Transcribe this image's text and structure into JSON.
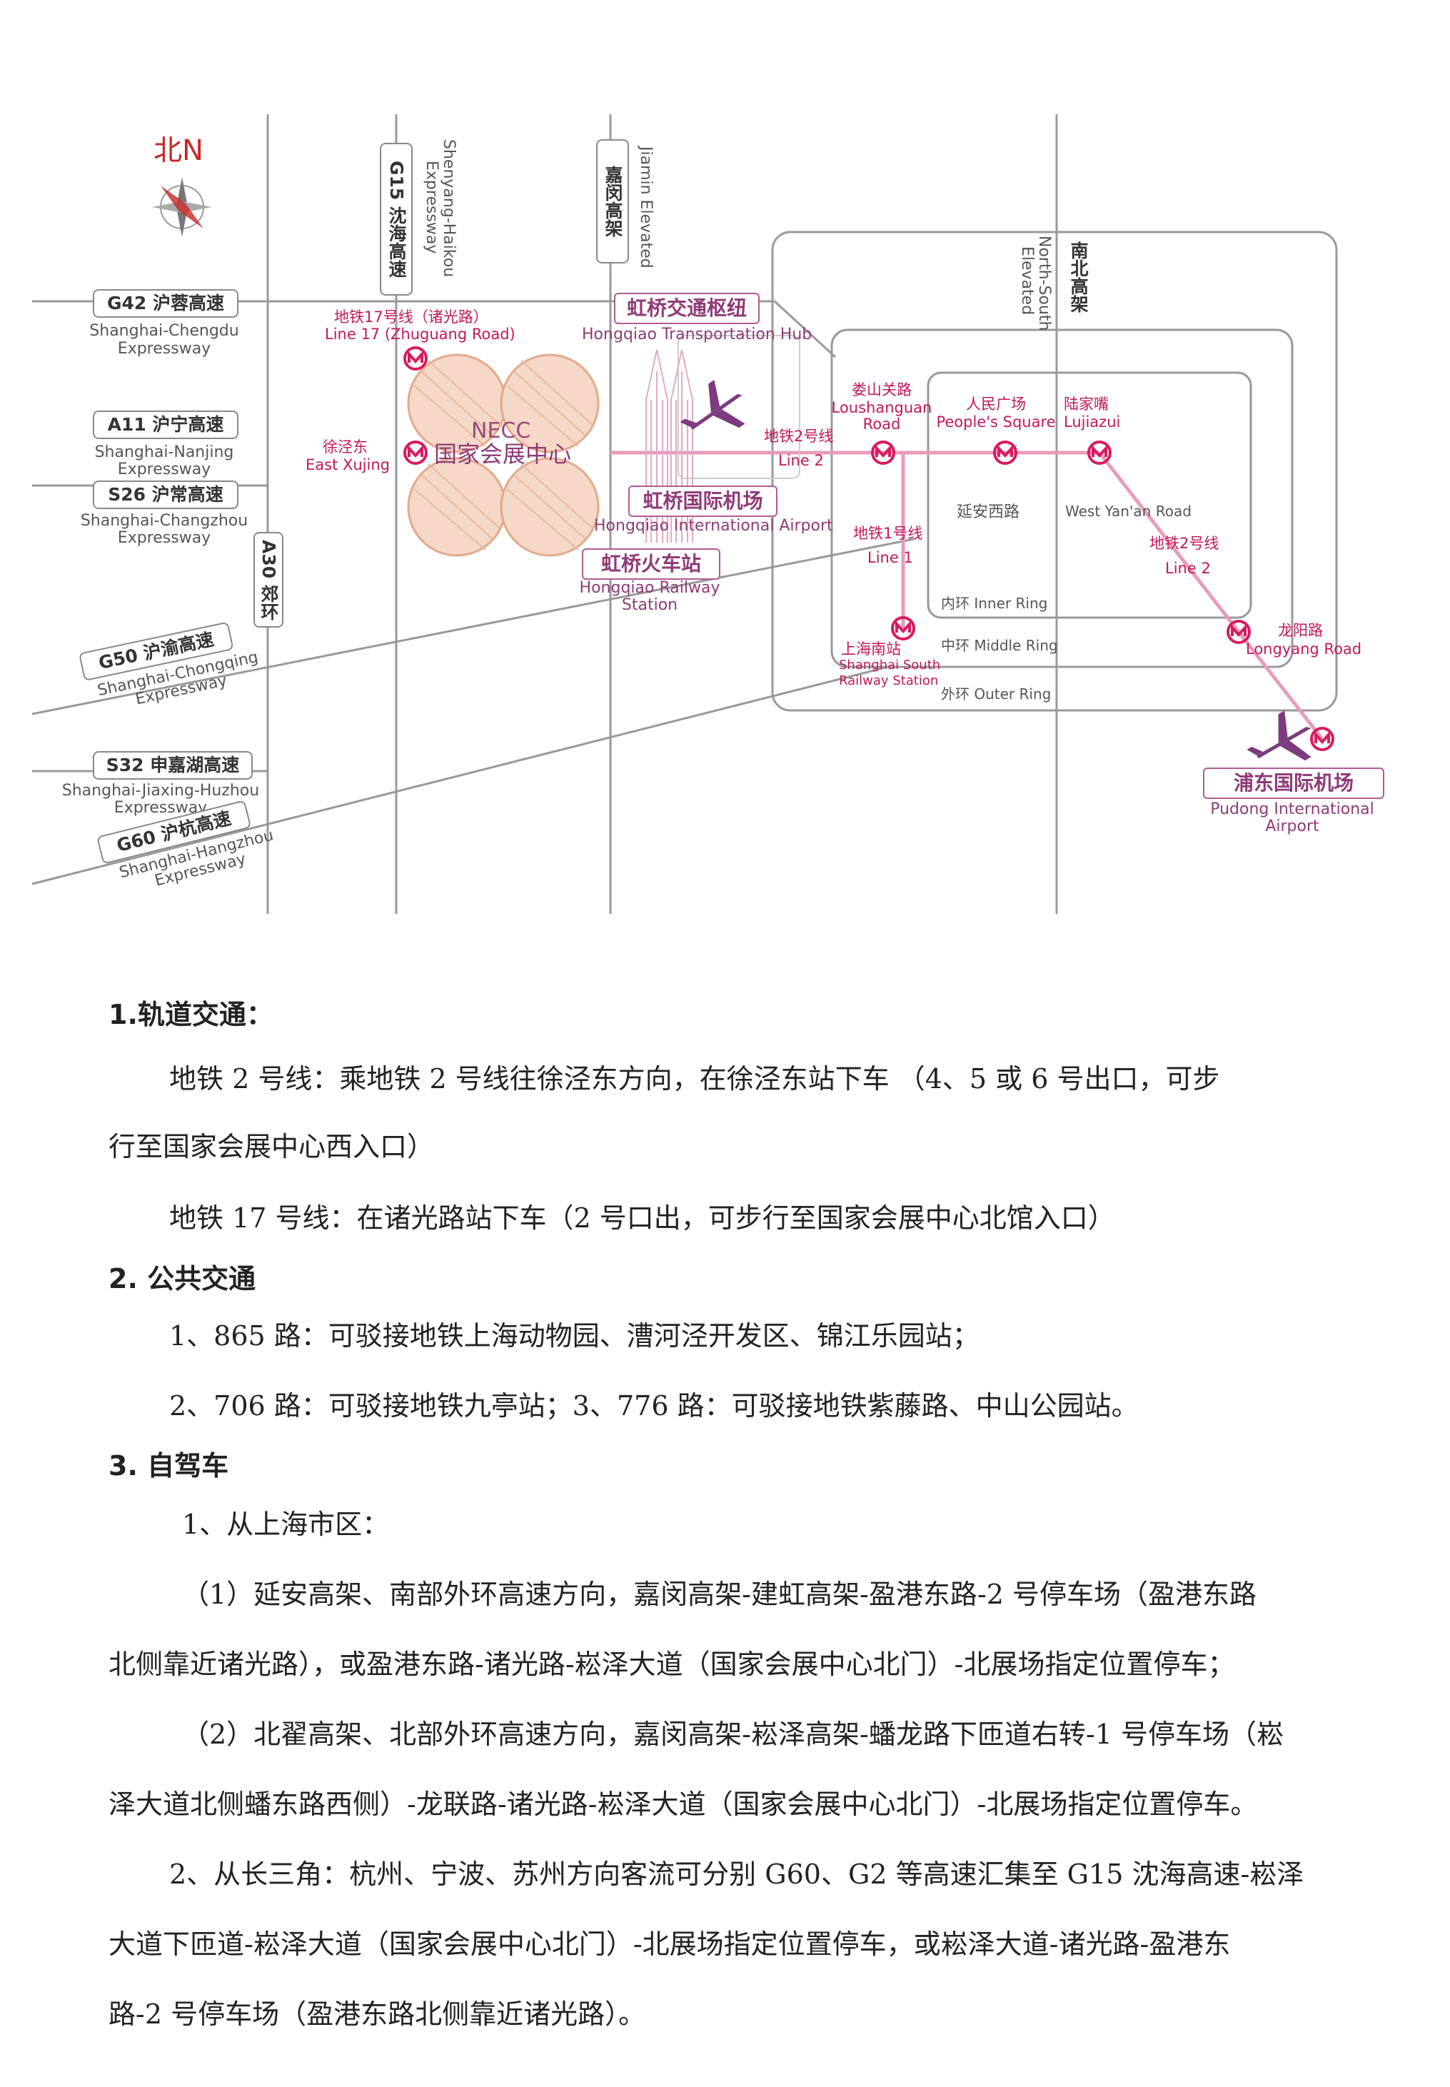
{
  "map": {
    "north": "北N",
    "roads_left": [
      {
        "cn": "G42 沪蓉高速",
        "en1": "Shanghai-Chengdu",
        "en2": "Expressway"
      },
      {
        "cn": "A11 沪宁高速",
        "en1": "Shanghai-Nanjing",
        "en2": "Expressway"
      },
      {
        "cn": "S26 沪常高速",
        "en1": "Shanghai-Changzhou",
        "en2": "Expressway"
      },
      {
        "cn": "G50 沪渝高速",
        "en1": "Shanghai-Chongqing",
        "en2": "Expressway"
      },
      {
        "cn": "S32 申嘉湖高速",
        "en1": "Shanghai-Jiaxing-Huzhou",
        "en2": "Expressway"
      },
      {
        "cn": "G60 沪杭高速",
        "en1": "Shanghai-Hangzhou",
        "en2": "Expressway"
      }
    ],
    "a30": "A30 郊环",
    "g15_cn": "G15 沈海高速",
    "g15_en1": "Shenyang-Haikou",
    "g15_en2": "Expressway",
    "jiamin_cn": "嘉闵高架",
    "jiamin_en": "Jiamin Elevated",
    "ns_cn": "南北高架",
    "ns_en1": "North-South",
    "ns_en2": "Elevated",
    "line17_cn": "地铁17号线（诸光路）",
    "line17_en": "Line 17 (Zhuguang Road)",
    "xujing_cn": "徐泾东",
    "xujing_en": "East Xujing",
    "necc_en": "NECC",
    "necc_cn": "国家会展中心",
    "hub_cn": "虹桥交通枢纽",
    "hub_en": "Hongqiao Transportation Hub",
    "airport_cn": "虹桥国际机场",
    "airport_en": "Hongqiao International Airport",
    "rail_cn": "虹桥火车站",
    "rail_en1": "Hongqiao Railway",
    "rail_en2": "Station",
    "line2_cn": "地铁2号线",
    "line2_en": "Line 2",
    "loushan_cn": "娄山关路",
    "loushan_en1": "Loushanguan",
    "loushan_en2": "Road",
    "peoples_cn": "人民广场",
    "peoples_en": "People's Square",
    "lujiazui_cn": "陆家嘴",
    "lujiazui_en": "Lujiazui",
    "yanan_cn": "延安西路",
    "yanan_en": "West Yan'an Road",
    "line1_cn": "地铁1号线",
    "line1_en": "Line 1",
    "line2b_cn": "地铁2号线",
    "line2b_en": "Line 2",
    "inner": "内环 Inner Ring",
    "middle": "中环 Middle Ring",
    "outer": "外环 Outer Ring",
    "shs_cn": "上海南站",
    "shs_en1": "Shanghai South",
    "shs_en2": "Railway Station",
    "longyang_cn": "龙阳路",
    "longyang_en": "Longyang Road",
    "pudong_cn": "浦东国际机场",
    "pudong_en1": "Pudong International",
    "pudong_en2": "Airport"
  },
  "doc": {
    "h1": "1.轨道交通：",
    "p1a": "地铁 2 号线：乘地铁 2 号线往徐泾东方向，在徐泾东站下车 （4、5 或 6 号出口，可步",
    "p1b": "行至国家会展中心西入口）",
    "p2": "地铁 17 号线：在诸光路站下车（2 号口出，可步行至国家会展中心北馆入口）",
    "h2": "2. 公共交通",
    "p3": "1、865 路：可驳接地铁上海动物园、漕河泾开发区、锦江乐园站；",
    "p4": "2、706 路：可驳接地铁九亭站；3、776 路：可驳接地铁紫藤路、中山公园站。",
    "h3": "3. 自驾车",
    "p5": "1、从上海市区：",
    "p6a": "（1）延安高架、南部外环高速方向，嘉闵高架-建虹高架-盈港东路-2 号停车场（盈港东路",
    "p6b": "北侧靠近诸光路），或盈港东路-诸光路-崧泽大道（国家会展中心北门）-北展场指定位置停车；",
    "p7a": "（2）北翟高架、北部外环高速方向，嘉闵高架-崧泽高架-蟠龙路下匝道右转-1 号停车场（崧",
    "p7b": "泽大道北侧蟠东路西侧）-龙联路-诸光路-崧泽大道（国家会展中心北门）-北展场指定位置停车。",
    "p8a": "2、从长三角：杭州、宁波、苏州方向客流可分别 G60、G2 等高速汇集至 G15 沈海高速-崧泽",
    "p8b": "大道下匝道-崧泽大道（国家会展中心北门）-北展场指定位置停车，或崧泽大道-诸光路-盈港东",
    "p8c": "路-2 号停车场（盈港东路北侧靠近诸光路）。"
  },
  "colors": {
    "metro": "#d81b60",
    "hub": "#8e3b77",
    "road": "#888888",
    "line": "#e89bbd"
  }
}
